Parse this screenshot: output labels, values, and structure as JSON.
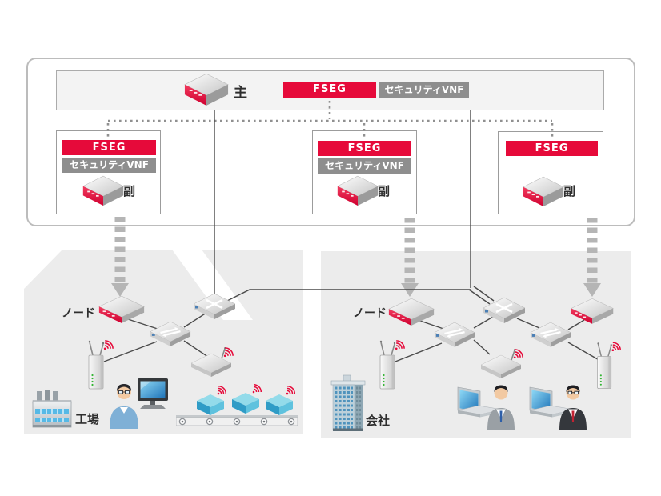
{
  "control_plane": {
    "main_unit": {
      "device_label": "主",
      "fseg_badge": "FSEG",
      "vnf_badge": "セキュリティVNF"
    },
    "secondary_units": [
      {
        "fseg_badge": "FSEG",
        "vnf_badge": "セキュリティVNF",
        "device_label": "副"
      },
      {
        "fseg_badge": "FSEG",
        "vnf_badge": "セキュリティVNF",
        "device_label": "副"
      },
      {
        "fseg_badge": "FSEG",
        "device_label": "副"
      }
    ]
  },
  "factory_site": {
    "node_label": "ノード",
    "site_label": "工場"
  },
  "company_site": {
    "node_label": "ノード",
    "site_label": "会社"
  },
  "colors": {
    "accent_red": "#e60a3a",
    "badge_gray": "#8e8e8e",
    "area_gray": "#ececec",
    "arrow_gray": "#b5b5b5",
    "line_dark": "#4a4a4a"
  }
}
